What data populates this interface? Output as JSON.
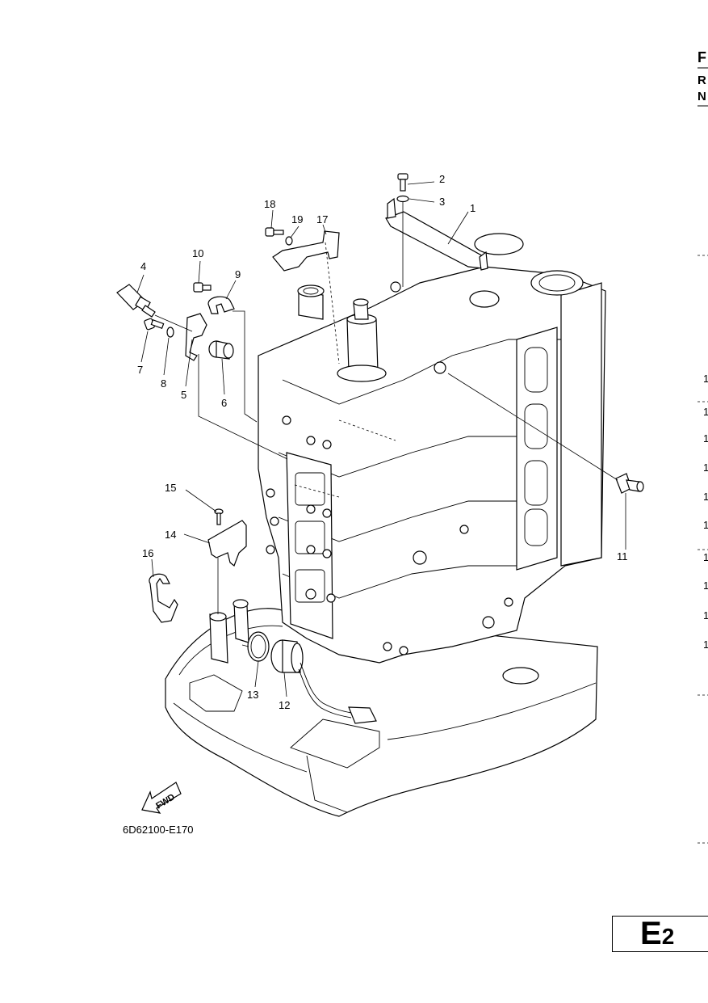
{
  "header": {
    "letters": [
      "F",
      "R",
      "N"
    ]
  },
  "callouts": [
    "1",
    "2",
    "3",
    "4",
    "5",
    "6",
    "7",
    "8",
    "9",
    "10",
    "11",
    "12",
    "13",
    "14",
    "15",
    "16",
    "17",
    "18",
    "19"
  ],
  "right_edge_numbers": [
    "1",
    "1",
    "1",
    "1",
    "1",
    "1",
    "1",
    "1",
    "1",
    "1"
  ],
  "fwd_label": "FWD",
  "diagram_code": "6D62100-E170",
  "page_code": {
    "letter": "E",
    "number": "2"
  }
}
